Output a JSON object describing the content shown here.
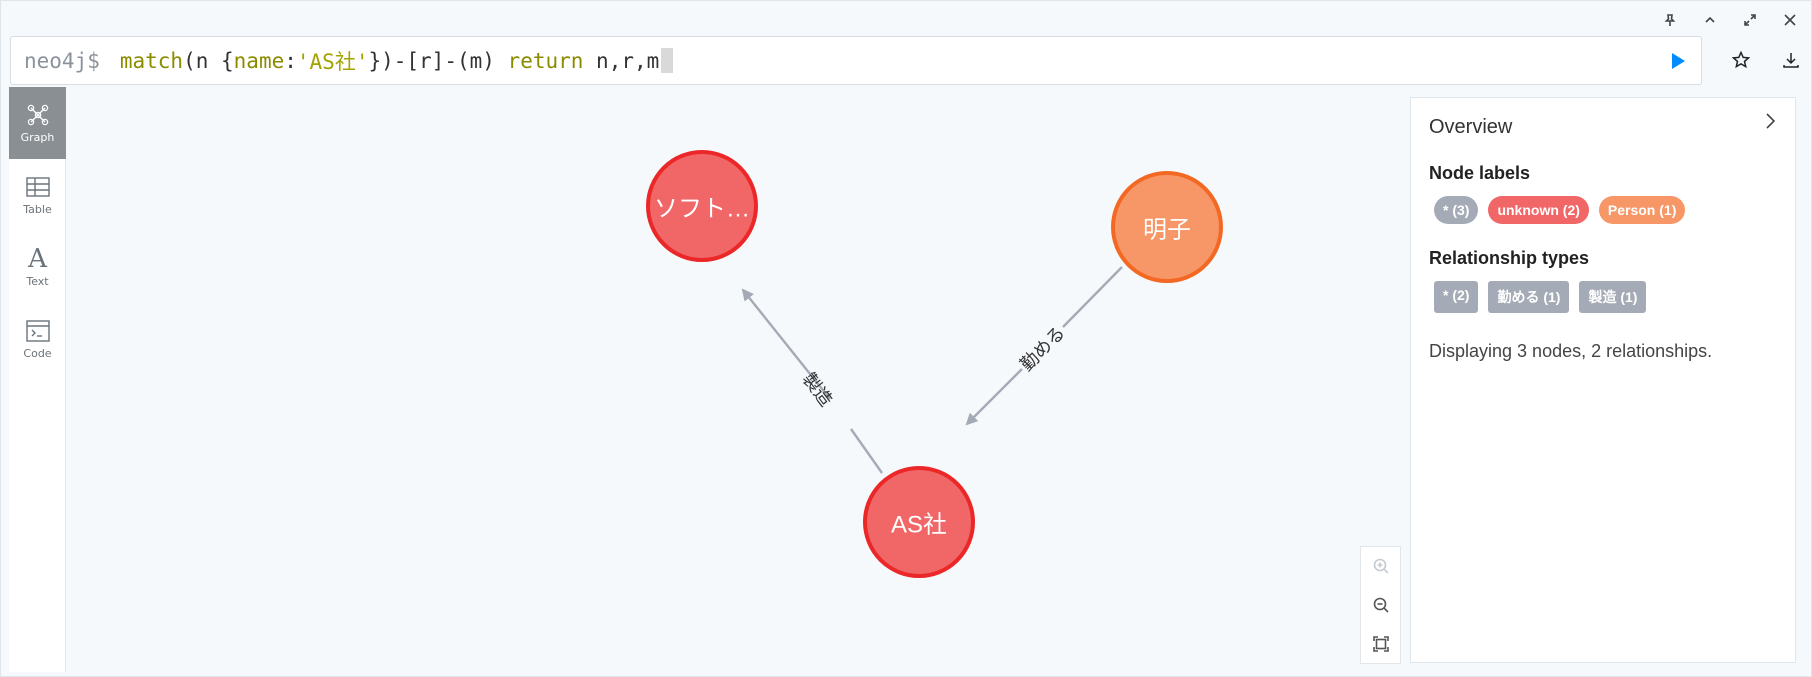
{
  "editor": {
    "prompt": "neo4j$",
    "query_parts": [
      {
        "text": "match",
        "kind": "kw"
      },
      {
        "text": "(n {",
        "kind": "plain"
      },
      {
        "text": "name",
        "kind": "kw"
      },
      {
        "text": ":",
        "kind": "plain"
      },
      {
        "text": "'AS社'",
        "kind": "str"
      },
      {
        "text": "})-[r]-(m) ",
        "kind": "plain"
      },
      {
        "text": "return",
        "kind": "kw"
      },
      {
        "text": " n,r,m",
        "kind": "plain"
      }
    ]
  },
  "views": [
    {
      "label": "Graph",
      "icon": "graph-icon",
      "active": true
    },
    {
      "label": "Table",
      "icon": "table-icon",
      "active": false
    },
    {
      "label": "Text",
      "icon": "text-icon",
      "active": false
    },
    {
      "label": "Code",
      "icon": "code-icon",
      "active": false
    }
  ],
  "graph": {
    "nodes": [
      {
        "id": "soft",
        "label": "ソフト…",
        "type": "unknown"
      },
      {
        "id": "akiko",
        "label": "明子",
        "type": "Person"
      },
      {
        "id": "as",
        "label": "AS社",
        "type": "unknown"
      }
    ],
    "relationships": [
      {
        "from": "as",
        "to": "soft",
        "label": "製造"
      },
      {
        "from": "akiko",
        "to": "as",
        "label": "勤める"
      }
    ]
  },
  "colors": {
    "unknown_fill": "#f16667",
    "unknown_stroke": "#eb2728",
    "person_fill": "#f79767",
    "person_stroke": "#f36924",
    "edge": "#a5abb6",
    "accent": "#018bff",
    "pill_gray": "#a5abb6"
  },
  "overview": {
    "title": "Overview",
    "node_labels_title": "Node labels",
    "node_labels": [
      {
        "text": "* (3)",
        "color": "#a5abb6"
      },
      {
        "text": "unknown (2)",
        "color": "#f16667"
      },
      {
        "text": "Person (1)",
        "color": "#f79767"
      }
    ],
    "rel_types_title": "Relationship types",
    "rel_types": [
      {
        "text": "* (2)"
      },
      {
        "text": "勤める (1)"
      },
      {
        "text": "製造 (1)"
      }
    ],
    "summary": "Displaying 3 nodes, 2 relationships."
  }
}
